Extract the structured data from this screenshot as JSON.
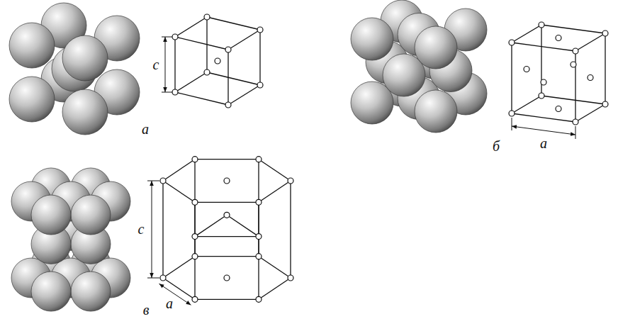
{
  "diagram": {
    "labels": [
      "c",
      "а",
      "a",
      "б",
      "c",
      "a",
      "в"
    ]
  }
}
